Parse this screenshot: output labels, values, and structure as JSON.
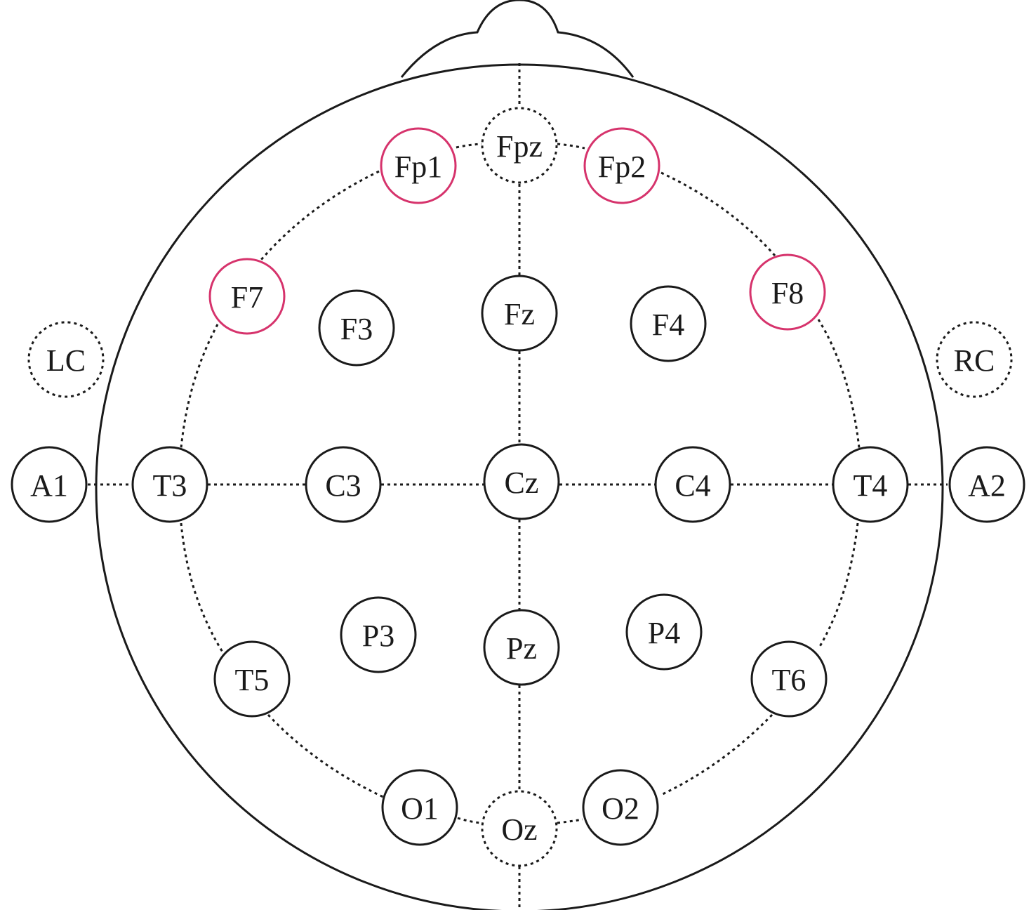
{
  "colors": {
    "line": "#1a1a1a",
    "highlight": "#d6336c",
    "background": "#ffffff"
  },
  "electrodes": [
    {
      "id": "fpz",
      "label": "Fpz",
      "style": "dashed"
    },
    {
      "id": "fp1",
      "label": "Fp1",
      "style": "highlight"
    },
    {
      "id": "fp2",
      "label": "Fp2",
      "style": "highlight"
    },
    {
      "id": "f7",
      "label": "F7",
      "style": "highlight"
    },
    {
      "id": "f8",
      "label": "F8",
      "style": "highlight"
    },
    {
      "id": "f3",
      "label": "F3",
      "style": "solid"
    },
    {
      "id": "fz",
      "label": "Fz",
      "style": "solid"
    },
    {
      "id": "f4",
      "label": "F4",
      "style": "solid"
    },
    {
      "id": "lc",
      "label": "LC",
      "style": "dashed"
    },
    {
      "id": "rc",
      "label": "RC",
      "style": "dashed"
    },
    {
      "id": "a1",
      "label": "A1",
      "style": "solid"
    },
    {
      "id": "t3",
      "label": "T3",
      "style": "solid"
    },
    {
      "id": "c3",
      "label": "C3",
      "style": "solid"
    },
    {
      "id": "cz",
      "label": "Cz",
      "style": "solid"
    },
    {
      "id": "c4",
      "label": "C4",
      "style": "solid"
    },
    {
      "id": "t4",
      "label": "T4",
      "style": "solid"
    },
    {
      "id": "a2",
      "label": "A2",
      "style": "solid"
    },
    {
      "id": "p3",
      "label": "P3",
      "style": "solid"
    },
    {
      "id": "pz",
      "label": "Pz",
      "style": "solid"
    },
    {
      "id": "p4",
      "label": "P4",
      "style": "solid"
    },
    {
      "id": "t5",
      "label": "T5",
      "style": "solid"
    },
    {
      "id": "t6",
      "label": "T6",
      "style": "solid"
    },
    {
      "id": "o1",
      "label": "O1",
      "style": "solid"
    },
    {
      "id": "oz",
      "label": "Oz",
      "style": "dashed"
    },
    {
      "id": "o2",
      "label": "O2",
      "style": "solid"
    }
  ]
}
